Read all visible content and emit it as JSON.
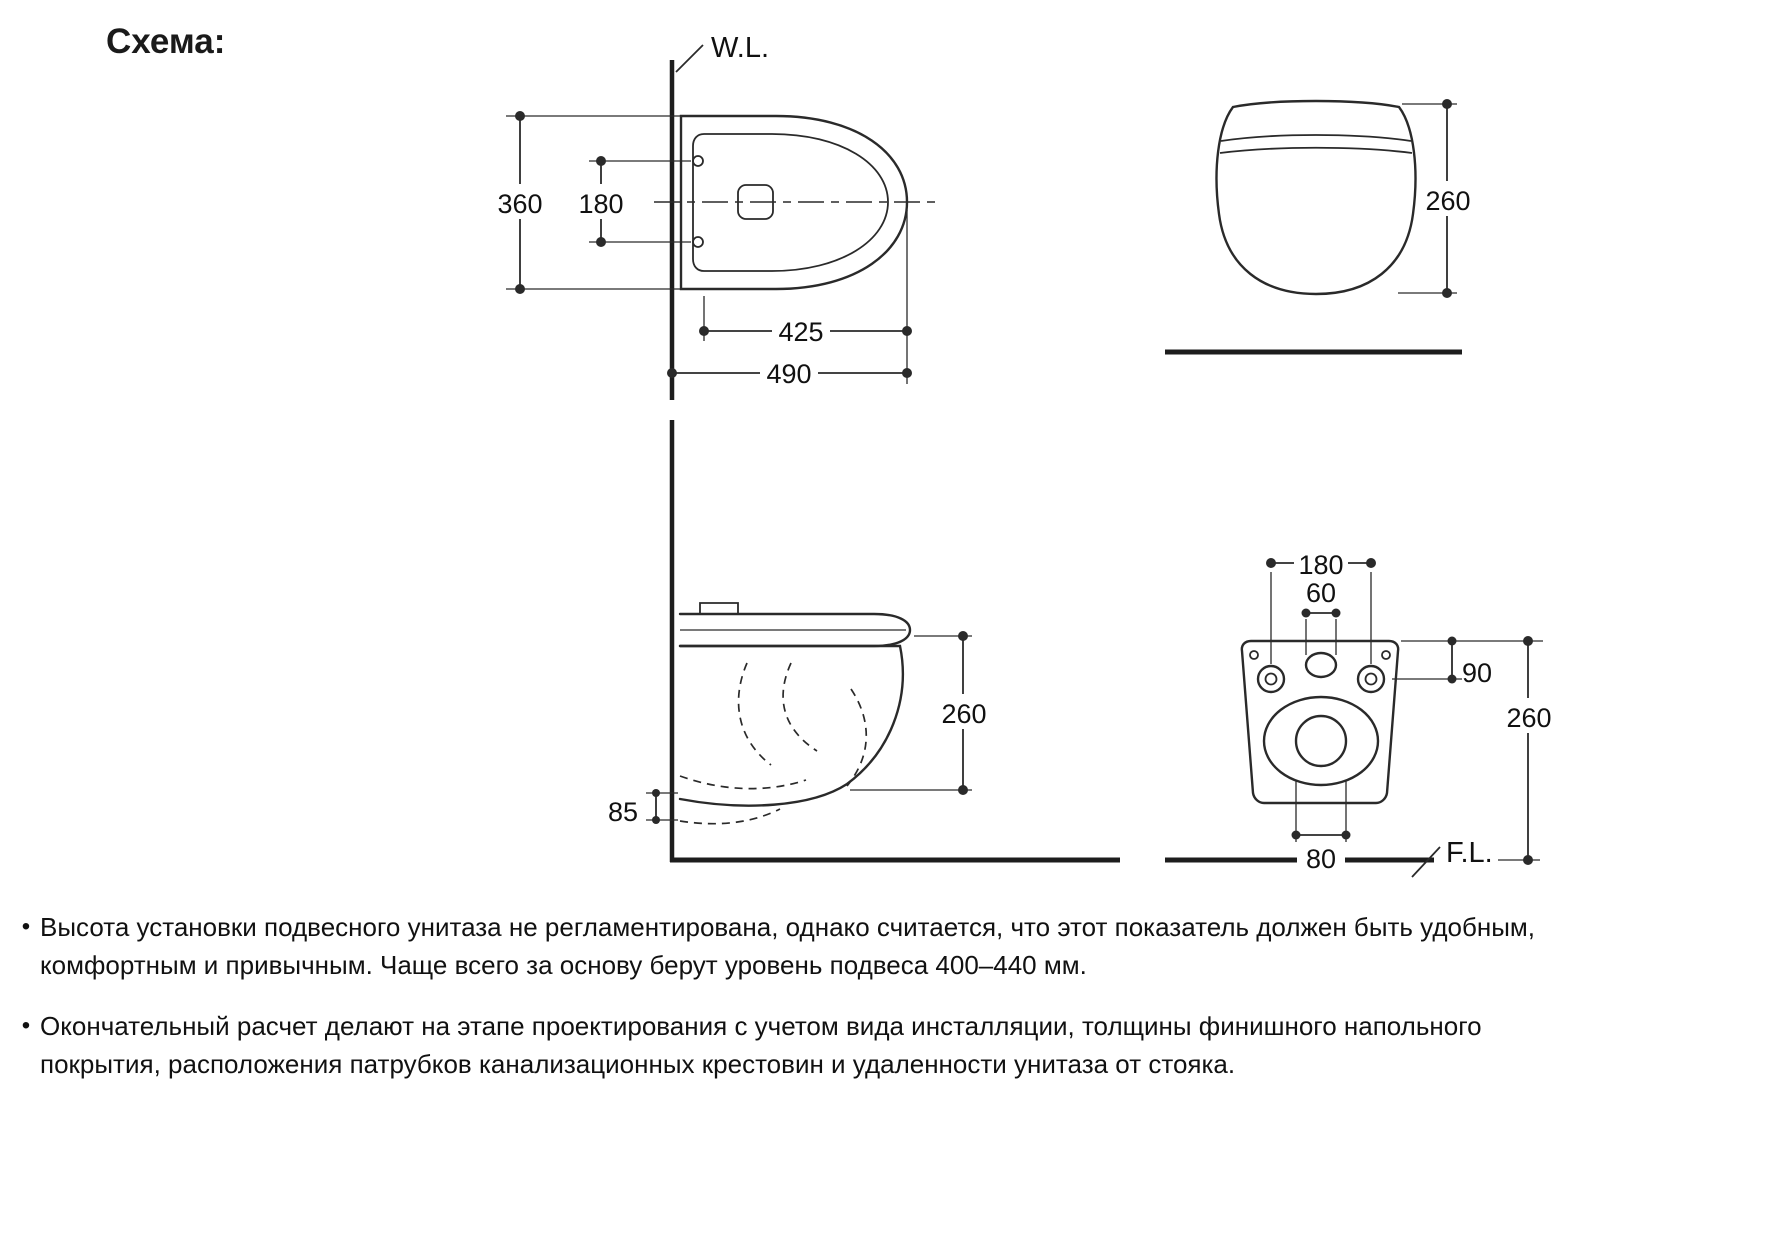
{
  "title": "Схема:",
  "drawing": {
    "water_line_label": "W.L.",
    "floor_line_label": "F.L.",
    "top_view": {
      "width_mm": "360",
      "mount_hole_spacing_mm": "180",
      "bowl_length_mm": "425",
      "total_depth_mm": "490"
    },
    "front_view": {
      "height_mm": "260"
    },
    "side_view": {
      "height_mm": "260",
      "floor_clearance_mm": "85"
    },
    "rear_view": {
      "mount_hole_spacing_mm": "180",
      "inlet_width_mm": "60",
      "mount_hole_offset_mm": "90",
      "height_mm": "260",
      "drain_width_mm": "80"
    }
  },
  "notes": [
    {
      "bullet": "•",
      "lines": [
        "Высота установки подвесного унитаза не регламентирована, однако считается, что этот показатель должен быть удобным,",
        "комфортным и привычным. Чаще всего за основу берут уровень подвеса 400–440 мм."
      ]
    },
    {
      "bullet": "•",
      "lines": [
        "Окончательный расчет делают на этапе проектирования с учетом вида инсталляции, толщины финишного напольного",
        "покрытия, расположения патрубков канализационных крестовин и удаленности унитаза от стояка."
      ]
    }
  ]
}
